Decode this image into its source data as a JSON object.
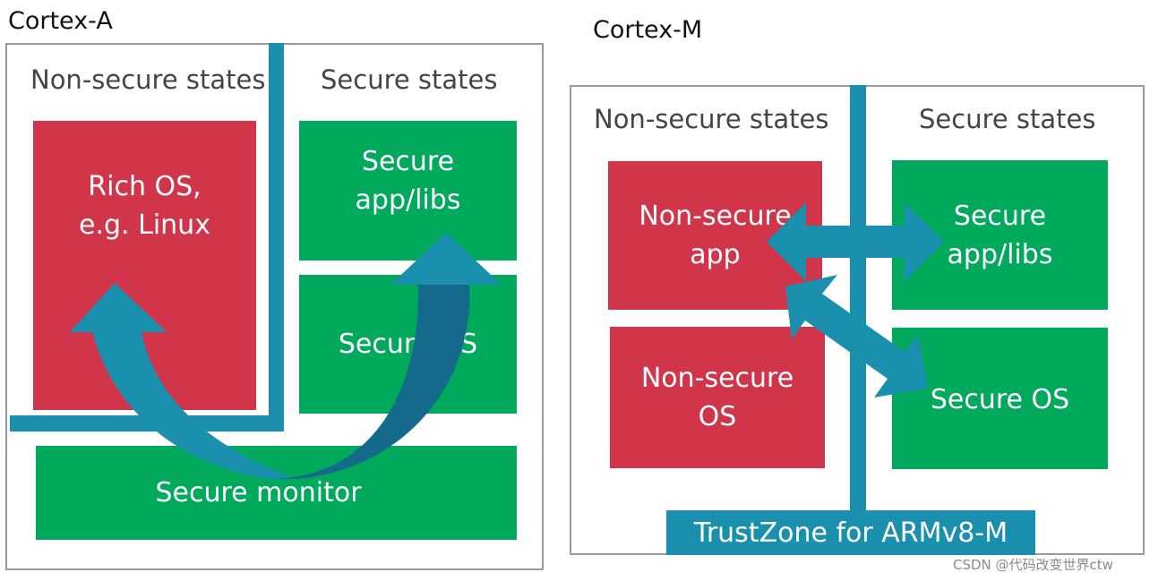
{
  "cortex_a": {
    "title": "Cortex-A",
    "non_secure_header": "Non-secure states",
    "secure_header": "Secure states",
    "rich_os": "Rich OS,\ne.g. Linux",
    "secure_app": "Secure\napp/libs",
    "secure_os": "Secure OS",
    "secure_monitor": "Secure monitor"
  },
  "cortex_m": {
    "title": "Cortex-M",
    "non_secure_header": "Non-secure states",
    "secure_header": "Secure states",
    "ns_app": "Non-secure\napp",
    "ns_os": "Non-secure\nOS",
    "secure_app": "Secure\napp/libs",
    "secure_os": "Secure OS",
    "trustzone": "TrustZone for ARMv8-M"
  },
  "watermark": "CSDN @代码改变世界ctw",
  "colors": {
    "non_secure": "#d03549",
    "secure": "#00a95c",
    "divider": "#1a8fae",
    "arrow_dark": "#15698a"
  }
}
